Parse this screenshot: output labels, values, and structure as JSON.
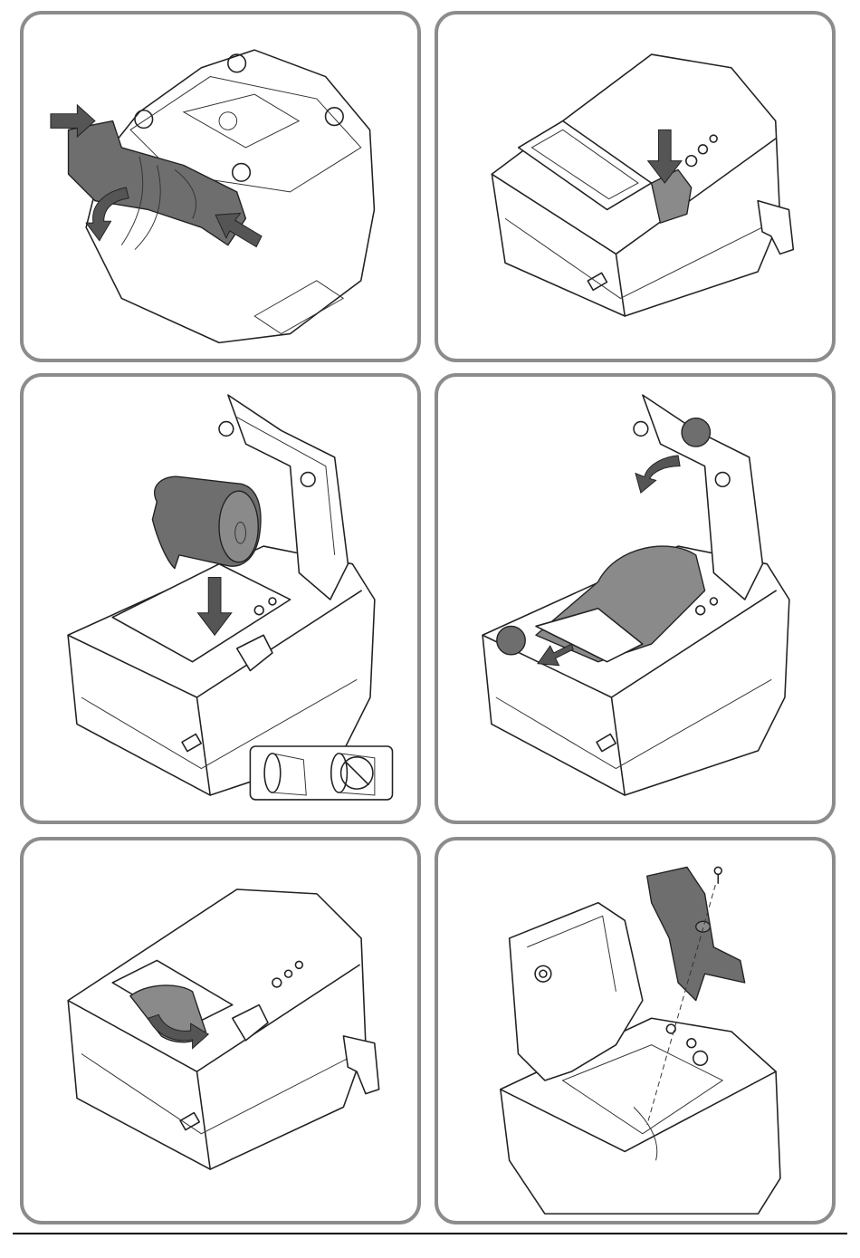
{
  "page": {
    "panels": [
      {
        "id": "p1",
        "step": "remove-connector-cover"
      },
      {
        "id": "p2",
        "step": "press-cover-open-button"
      },
      {
        "id": "p3",
        "step": "insert-paper-roll"
      },
      {
        "id": "p4",
        "step": "pull-paper-and-close-cover"
      },
      {
        "id": "p5",
        "step": "tear-off-paper"
      },
      {
        "id": "p6",
        "step": "attach-roll-paper-guide"
      }
    ]
  },
  "colors": {
    "panel_border": "#8c8c8c",
    "part_dark": "#6e6e6e",
    "part_gray": "#8a8a8a",
    "arrow": "#555555",
    "line": "#222222"
  },
  "icons": [
    "arrow-icon",
    "curved-arrow-icon",
    "step-dot-icon",
    "paper-orientation-icon",
    "screw-icon"
  ]
}
